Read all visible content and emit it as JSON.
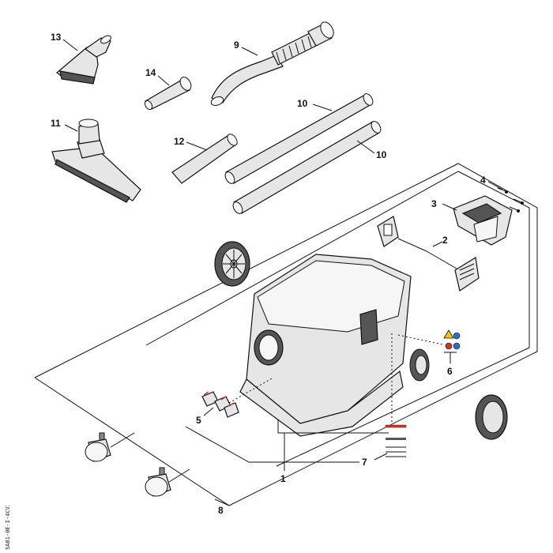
{
  "callouts": {
    "n1": "1",
    "n2": "2",
    "n3": "3",
    "n4": "4",
    "n5": "5",
    "n6": "6",
    "n7": "7",
    "n8": "8",
    "n9": "9",
    "n10a": "10",
    "n10b": "10",
    "n11": "11",
    "n12": "12",
    "n13": "13",
    "n14": "14"
  },
  "drawing_code": "SA01-0E-I-4CV2",
  "colors": {
    "line": "#111111",
    "fill_light": "#e6e6e6",
    "fill_dark": "#555555",
    "accent_red": "#c0392b",
    "accent_blue": "#2a6fc9",
    "accent_yellow": "#f2c400"
  }
}
